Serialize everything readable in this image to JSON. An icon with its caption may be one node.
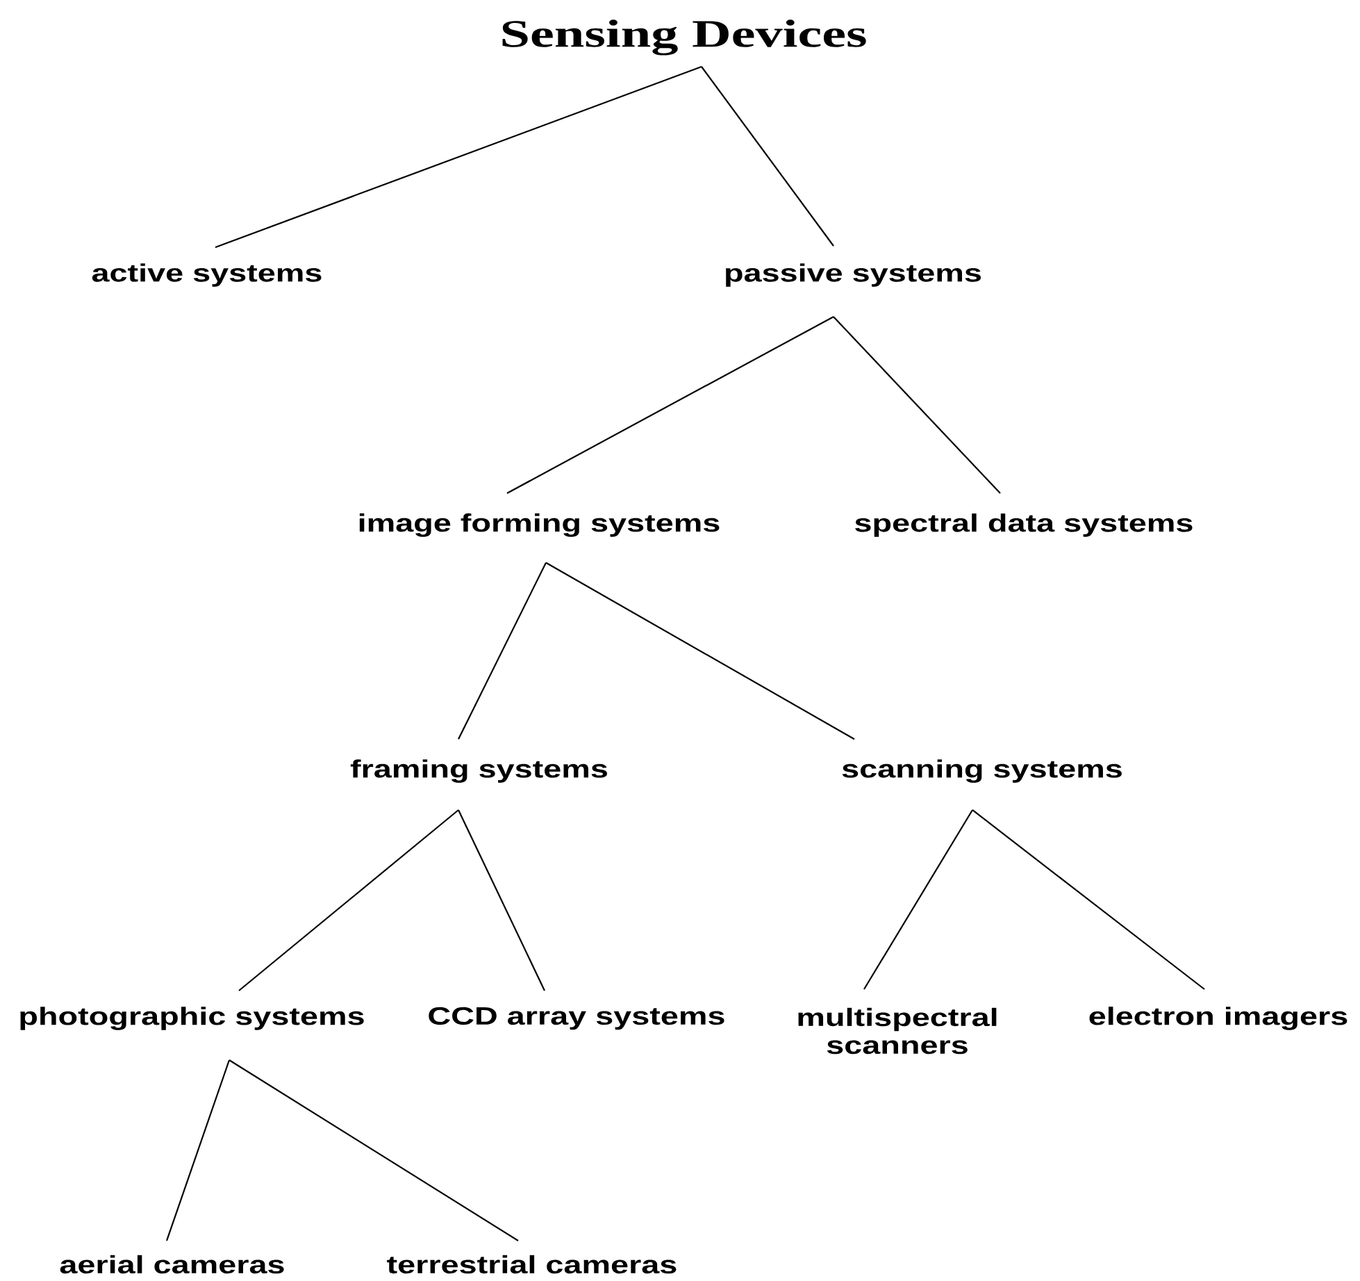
{
  "diagram": {
    "nodes": [
      {
        "text": [
          "Sensing Devices"
        ]
      },
      {
        "text": [
          "active systems"
        ]
      },
      {
        "text": [
          "passive systems"
        ]
      },
      {
        "text": [
          "image forming systems"
        ]
      },
      {
        "text": [
          "spectral data systems"
        ]
      },
      {
        "text": [
          "framing systems"
        ]
      },
      {
        "text": [
          "scanning systems"
        ]
      },
      {
        "text": [
          "photographic systems"
        ]
      },
      {
        "text": [
          "CCD array systems"
        ]
      },
      {
        "text": [
          "multispectral scanners"
        ]
      },
      {
        "text": [
          "electron imagers"
        ]
      },
      {
        "text": [
          "aerial cameras"
        ]
      },
      {
        "text": [
          "terrestrial cameras"
        ]
      }
    ],
    "edges": [
      {
        "from": 0,
        "to": 1,
        "arrow": "none"
      },
      {
        "from": 0,
        "to": 2,
        "arrow": "none"
      },
      {
        "from": 2,
        "to": 3,
        "arrow": "none"
      },
      {
        "from": 2,
        "to": 4,
        "arrow": "none"
      },
      {
        "from": 3,
        "to": 5,
        "arrow": "none"
      },
      {
        "from": 3,
        "to": 6,
        "arrow": "none"
      },
      {
        "from": 5,
        "to": 7,
        "arrow": "none"
      },
      {
        "from": 5,
        "to": 8,
        "arrow": "none"
      },
      {
        "from": 6,
        "to": 9,
        "arrow": "none"
      },
      {
        "from": 6,
        "to": 10,
        "arrow": "none"
      },
      {
        "from": 7,
        "to": 11,
        "arrow": "none"
      },
      {
        "from": 7,
        "to": 12,
        "arrow": "none"
      }
    ]
  }
}
